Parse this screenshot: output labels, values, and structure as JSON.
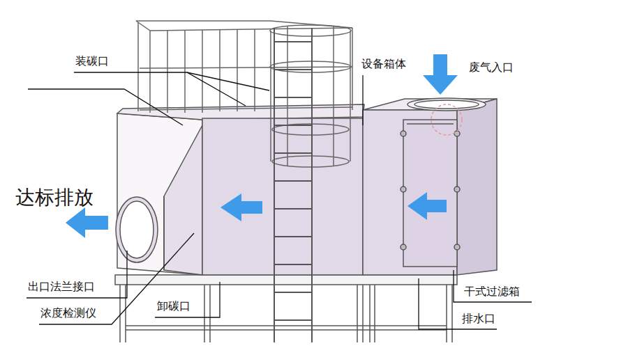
{
  "diagram": {
    "labels": [
      "装碳口",
      "设备箱体",
      "废气入口",
      "达标排放",
      "出口法兰接口",
      "浓度检测仪",
      "卸碳口",
      "干式过滤箱",
      "排水口"
    ]
  }
}
